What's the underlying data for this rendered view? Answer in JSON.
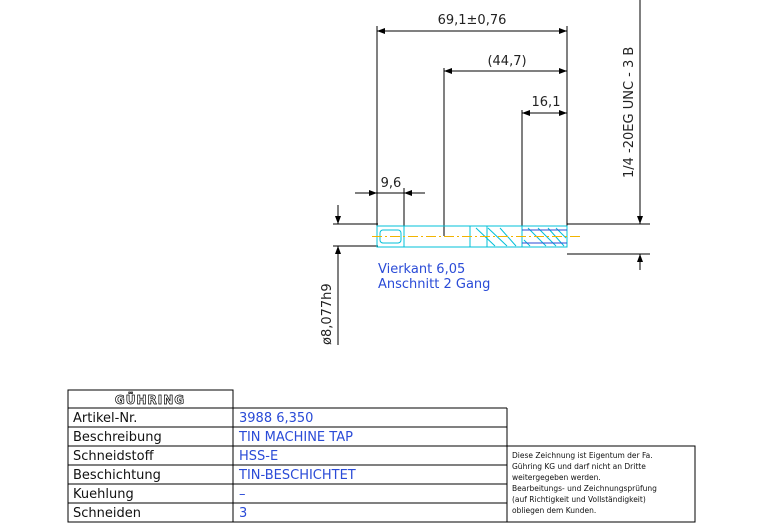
{
  "drawing": {
    "dim_overall": "69,1±0,76",
    "dim_ref": "(44,7)",
    "dim_thread_len": "16,1",
    "dim_square_len": "9,6",
    "dim_shank_dia": "ø8,077h9",
    "thread_spec": "1/4 -20EG UNC - 3 B",
    "note_square": "Vierkant 6,05",
    "note_chamfer": "Anschnitt 2 Gang"
  },
  "title_block": {
    "logo": "GÜHRING",
    "rows": [
      {
        "label": "Artikel-Nr.",
        "value": "3988 6,350"
      },
      {
        "label": "Beschreibung",
        "value": "TIN MACHINE TAP"
      },
      {
        "label": "Schneidstoff",
        "value": "HSS-E"
      },
      {
        "label": "Beschichtung",
        "value": "TIN-BESCHICHTET"
      },
      {
        "label": "Kuehlung",
        "value": "–"
      },
      {
        "label": "Schneiden",
        "value": "3"
      }
    ],
    "disclaimer_lines": [
      "Diese Zeichnung ist Eigentum der Fa.",
      "Gühring KG und darf nicht an Dritte",
      "weitergegeben werden.",
      "Bearbeitungs- und Zeichnungsprüfung",
      "(auf Richtigkeit und Vollständigkeit)",
      "obliegen dem Kunden."
    ]
  }
}
